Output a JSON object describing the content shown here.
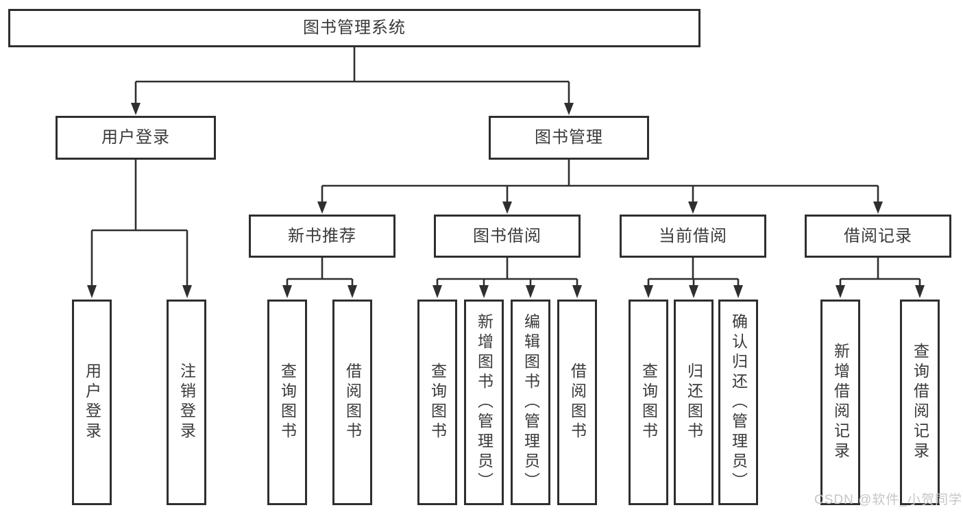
{
  "colors": {
    "line": "#2f2f2f",
    "border": "#2e2e2e",
    "text": "#3a3a3a",
    "watermark": "#c6c6c6",
    "bg": "#ffffff"
  },
  "watermark": "CSDN @软件_小贺同学",
  "tree": {
    "root": "图书管理系统",
    "login": {
      "label": "用户登录",
      "children": [
        "用户登录",
        "注销登录"
      ]
    },
    "manage": {
      "label": "图书管理",
      "sections": [
        {
          "label": "新书推荐",
          "children": [
            "查询图书",
            "借阅图书"
          ]
        },
        {
          "label": "图书借阅",
          "children": [
            "查询图书",
            "新增图书（管理员）",
            "编辑图书（管理员）",
            "借阅图书"
          ]
        },
        {
          "label": "当前借阅",
          "children": [
            "查询图书",
            "归还图书",
            "确认归还（管理员）"
          ]
        },
        {
          "label": "借阅记录",
          "children": [
            "新增借阅记录",
            "查询借阅记录"
          ]
        }
      ]
    }
  }
}
